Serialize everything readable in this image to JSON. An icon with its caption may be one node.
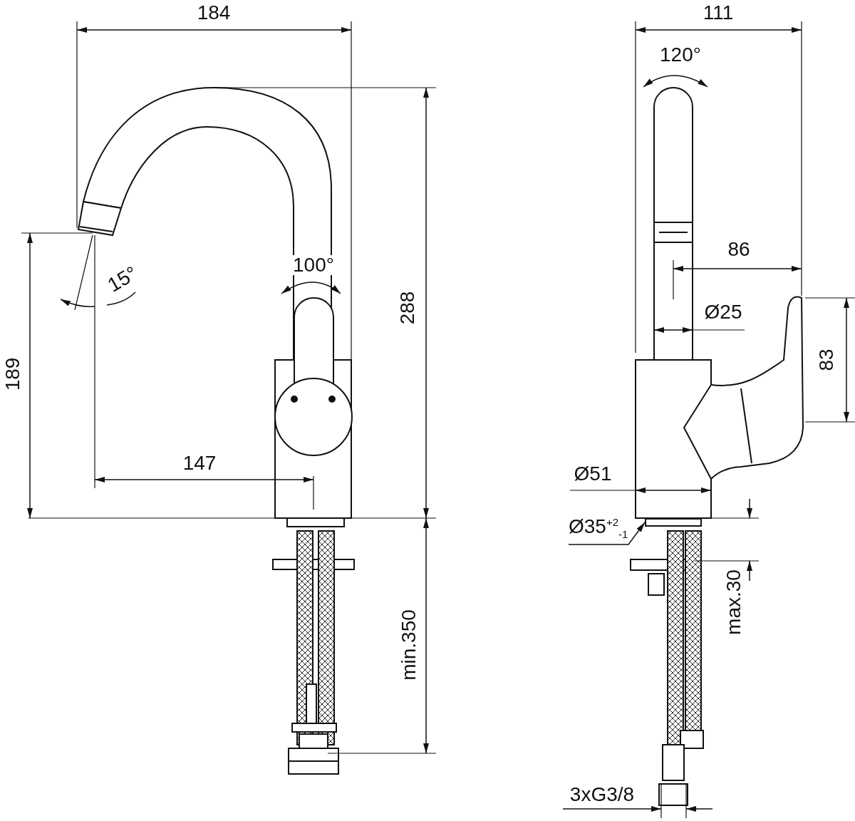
{
  "diagram": {
    "nodes": [
      {
        "text": [
          "Ø35$^{+2}$$_{-1}$"
        ]
      },
      {
        "text": [],
        "shape": "box"
      }
    ],
    "edges": [
      {
        "from": 0,
        "to": 1,
        "arrow": "to"
      }
    ],
    "labels": [
      "184",
      "111",
      "120°",
      "100°",
      "15°",
      "288",
      "86",
      "Ø25",
      "83",
      "189",
      "147",
      "Ø51",
      "max.30",
      "min.350",
      "3xG3/8"
    ]
  }
}
